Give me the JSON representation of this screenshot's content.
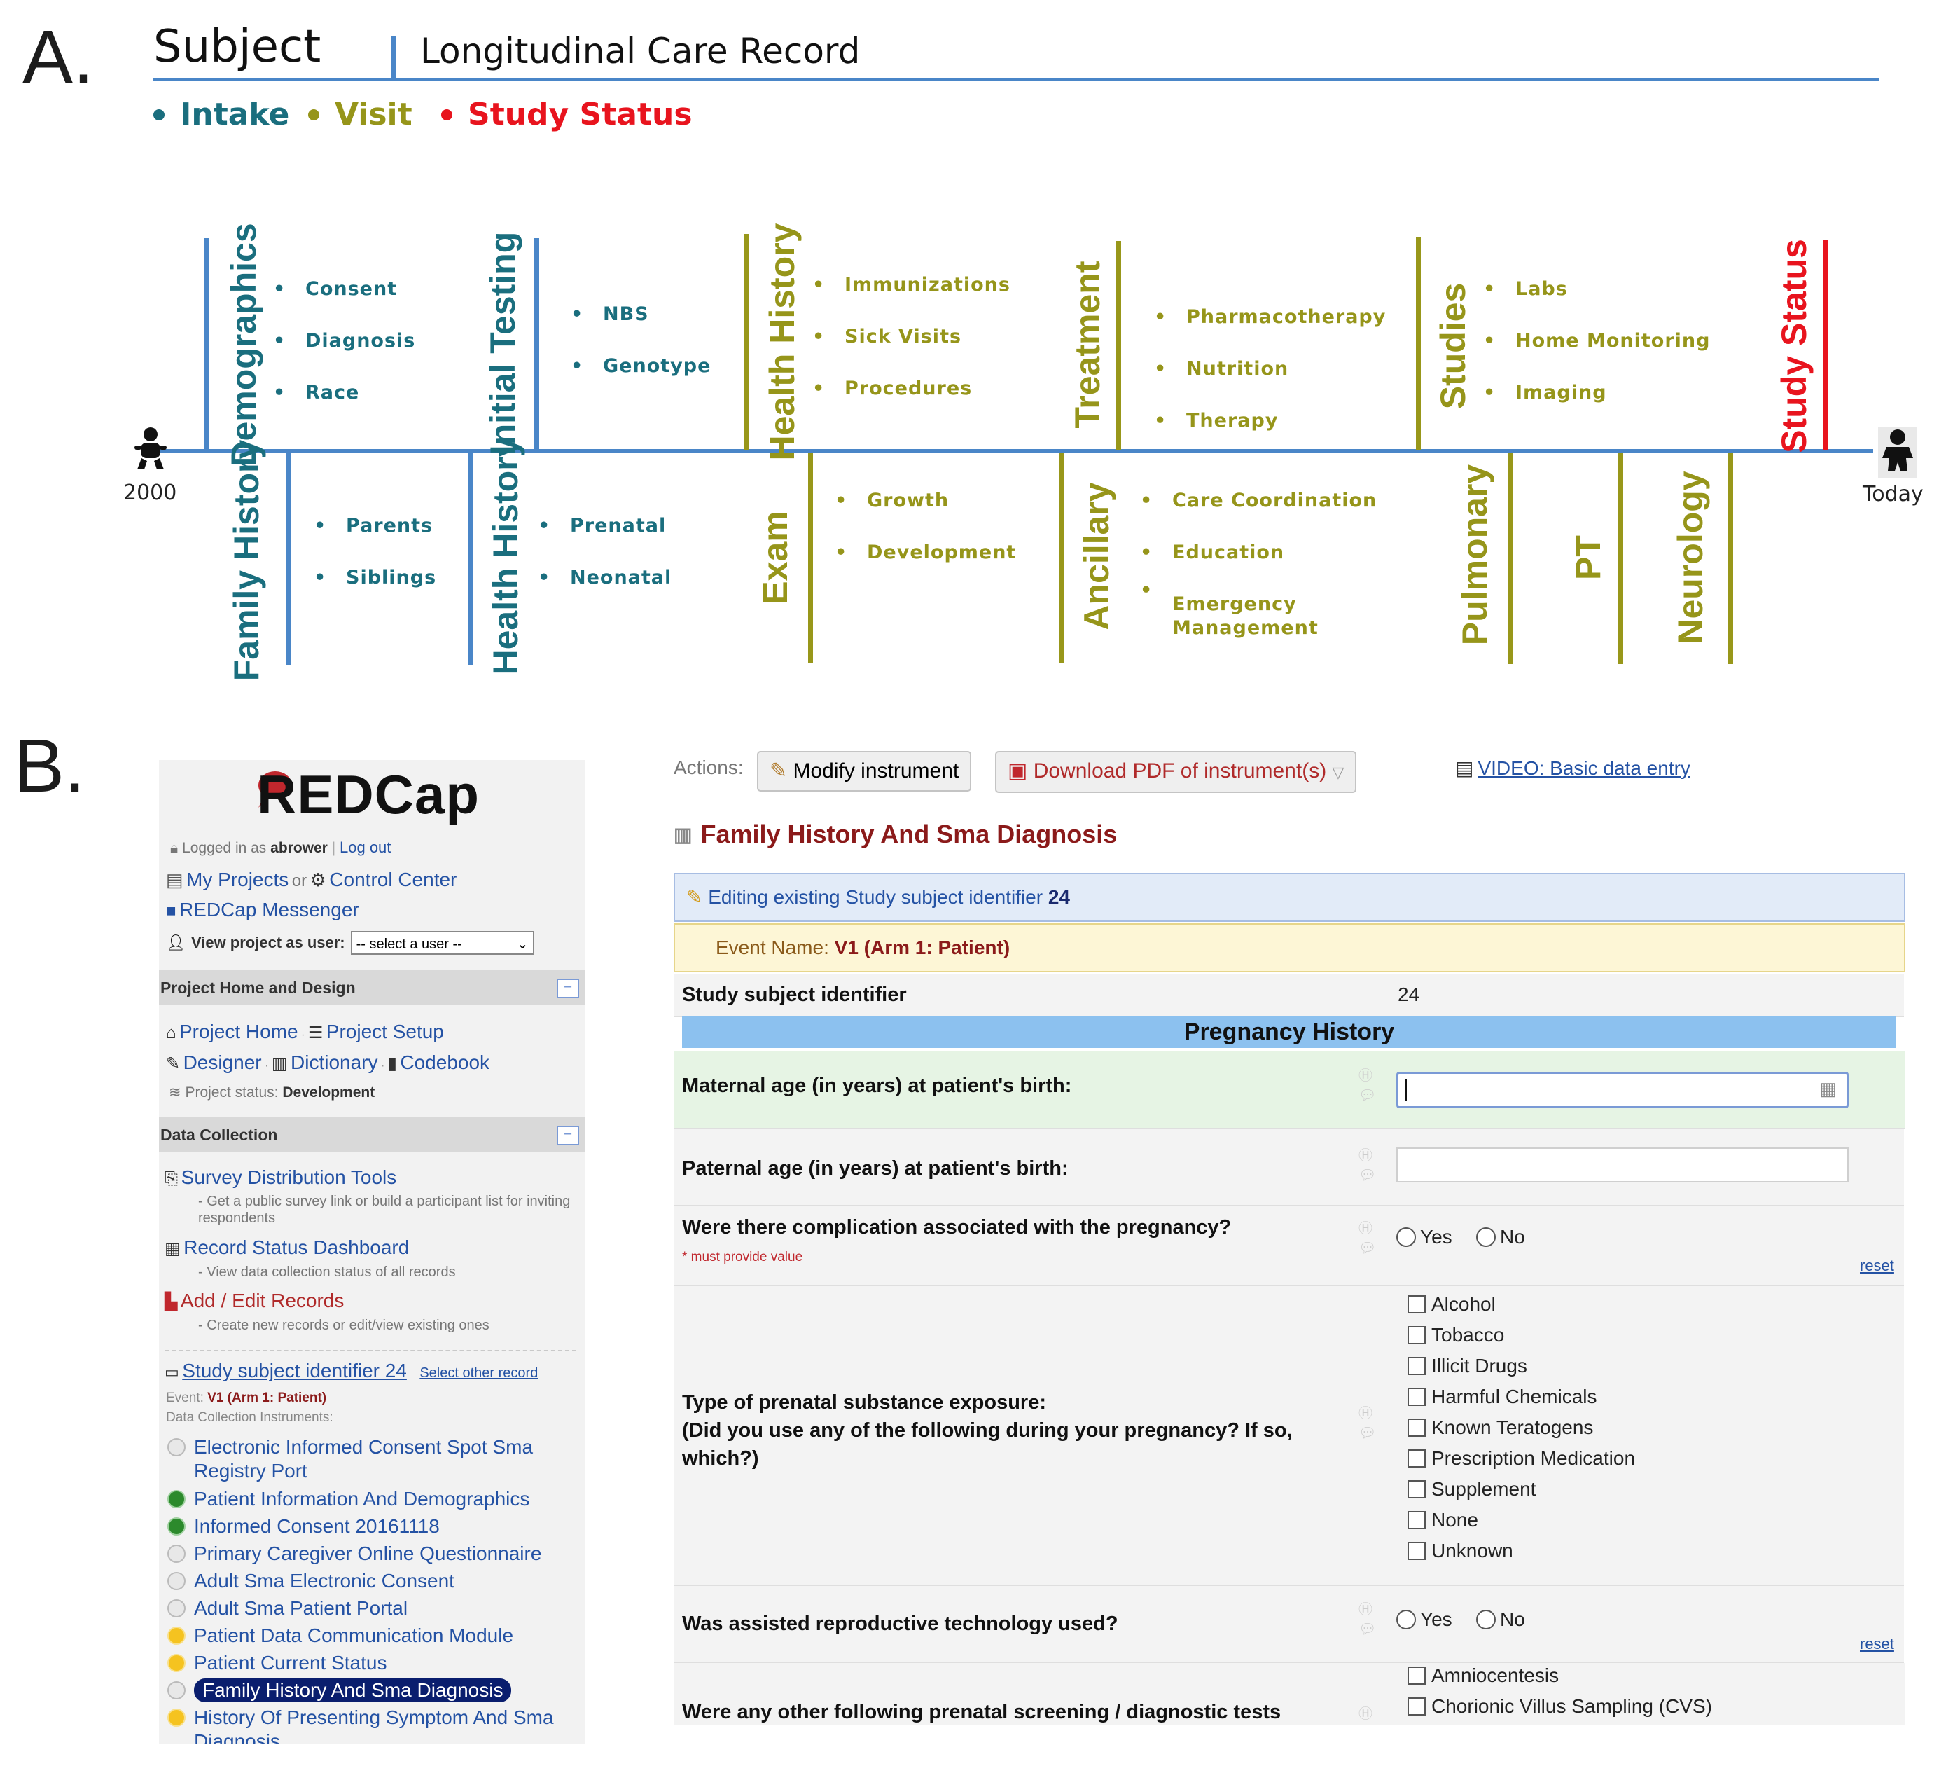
{
  "panel_a": {
    "letter": "A.",
    "subject": "Subject",
    "record_title": "Longitudinal Care Record",
    "legend": [
      {
        "label": "Intake",
        "color": "#1a6e7e"
      },
      {
        "label": "Visit",
        "color": "#96951a"
      },
      {
        "label": "Study Status",
        "color": "#e8141e"
      }
    ],
    "start_label": "2000",
    "end_label": "Today",
    "above": [
      {
        "category": "Demographics",
        "items": [
          "Consent",
          "Diagnosis",
          "Race"
        ]
      },
      {
        "category": "Initial Testing",
        "items": [
          "NBS",
          "Genotype"
        ]
      },
      {
        "category": "Health History",
        "items": [
          "Immunizations",
          "Sick Visits",
          "Procedures"
        ]
      },
      {
        "category": "Treatment",
        "items": [
          "Pharmacotherapy",
          "Nutrition",
          "Therapy"
        ]
      },
      {
        "category": "Studies",
        "items": [
          "Labs",
          "Home Monitoring",
          "Imaging"
        ]
      },
      {
        "category": "Study Status",
        "items": []
      }
    ],
    "below": [
      {
        "category": "Family History",
        "items": [
          "Parents",
          "Siblings"
        ]
      },
      {
        "category": "Health History",
        "items": [
          "Prenatal",
          "Neonatal"
        ]
      },
      {
        "category": "Exam",
        "items": [
          "Growth",
          "Development"
        ]
      },
      {
        "category": "Ancillary",
        "items": [
          "Care Coordination",
          "Education",
          "Emergency Management"
        ]
      },
      {
        "category": "Pulmonary",
        "items": []
      },
      {
        "category": "PT",
        "items": []
      },
      {
        "category": "Neurology",
        "items": []
      }
    ]
  },
  "panel_b": {
    "letter": "B.",
    "sidebar": {
      "logo": "REDCap",
      "logged_in_prefix": "Logged in as",
      "username": "abrower",
      "logout": "Log out",
      "my_projects": "My Projects",
      "or": "or",
      "control_center": "Control Center",
      "messenger": "REDCap Messenger",
      "view_as_label": "View project as user:",
      "view_as_value": "-- select a user --",
      "section_project": "Project Home and Design",
      "project_home": "Project Home",
      "project_setup": "Project Setup",
      "designer": "Designer",
      "dictionary": "Dictionary",
      "codebook": "Codebook",
      "status_label": "Project status:",
      "status_value": "Development",
      "section_data": "Data Collection",
      "survey_tools": "Survey Distribution Tools",
      "survey_tools_desc": "- Get a public survey link or build a participant list for inviting respondents",
      "record_dashboard": "Record Status Dashboard",
      "record_dashboard_desc": "- View data collection status of all records",
      "add_edit": "Add / Edit Records",
      "add_edit_desc": "- Create new records or edit/view existing ones",
      "record_link": "Study subject identifier 24",
      "select_other": "Select other record",
      "event_label": "Event:",
      "event_value": "V1 (Arm 1: Patient)",
      "instruments_label": "Data Collection Instruments:",
      "instruments": [
        {
          "name": "Electronic Informed Consent Spot Sma Registry Port",
          "status": "gray"
        },
        {
          "name": "Patient Information And Demographics",
          "status": "green"
        },
        {
          "name": "Informed Consent 20161118",
          "status": "green"
        },
        {
          "name": "Primary Caregiver Online Questionnaire",
          "status": "gray"
        },
        {
          "name": "Adult Sma Electronic Consent",
          "status": "gray"
        },
        {
          "name": "Adult Sma Patient Portal",
          "status": "gray"
        },
        {
          "name": "Patient Data Communication Module",
          "status": "yellow"
        },
        {
          "name": "Patient Current Status",
          "status": "yellow"
        },
        {
          "name": "Family History And Sma Diagnosis",
          "status": "gray",
          "selected": true
        },
        {
          "name": "History Of Presenting Symptom And Sma Diagnosis",
          "status": "yellow"
        }
      ]
    },
    "form": {
      "actions_label": "Actions:",
      "modify_btn": "Modify instrument",
      "download_btn": "Download PDF of instrument(s)",
      "video_link": "VIDEO: Basic data entry",
      "instrument_title": "Family History And Sma Diagnosis",
      "editing_prefix": "Editing existing Study subject identifier",
      "editing_id": "24",
      "event_prefix": "Event Name:",
      "event_value": "V1 (Arm 1: Patient)",
      "id_label": "Study subject identifier",
      "id_value": "24",
      "section_header": "Pregnancy History",
      "q_maternal": "Maternal age (in years) at patient's birth:",
      "q_paternal": "Paternal age (in years) at patient's birth:",
      "q_complication": "Were there complication associated with the pregnancy?",
      "must_provide": "* must provide value",
      "yes": "Yes",
      "no": "No",
      "reset": "reset",
      "q_substance_1": "Type of prenatal substance exposure:",
      "q_substance_2": "(Did you use any of the following during your pregnancy? If so, which?)",
      "substances": [
        "Alcohol",
        "Tobacco",
        "Illicit Drugs",
        "Harmful Chemicals",
        "Known Teratogens",
        "Prescription Medication",
        "Supplement",
        "None",
        "Unknown"
      ],
      "q_art": "Was assisted reproductive technology used?",
      "q_screening": "Were any other following prenatal screening / diagnostic tests",
      "screening_options": [
        "Amniocentesis",
        "Chorionic Villus Sampling (CVS)"
      ]
    }
  }
}
